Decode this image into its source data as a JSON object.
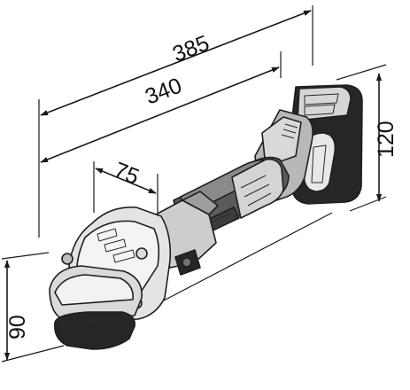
{
  "figure": {
    "dimensions": {
      "overall_length": "385",
      "body_length": "340",
      "neck_length": "75",
      "height_battery": "120",
      "height_head": "90"
    },
    "colors": {
      "outline": "#1f1f1f",
      "guard_fill": "#f4f4f4",
      "housing_light": "#d6d6d6",
      "housing_mid": "#b3b3b3",
      "housing_dark": "#5a5a5a",
      "black_parts": "#262626"
    },
    "icon": "angle-grinder-drawing"
  }
}
